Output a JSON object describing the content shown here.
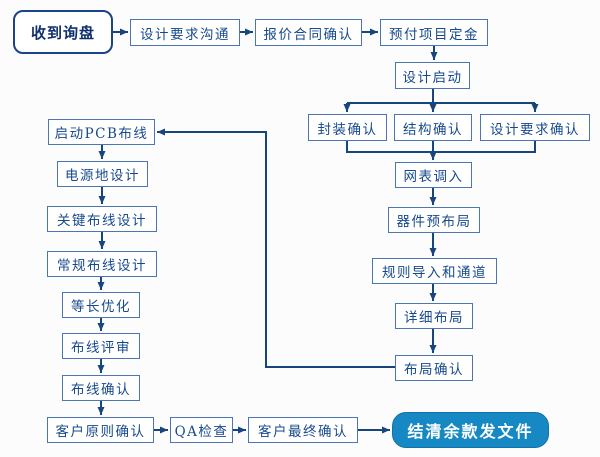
{
  "diagram": {
    "type": "flowchart",
    "language": "zh-CN",
    "colors": {
      "connector": "#17457e",
      "box_border": "#4a76b4",
      "box_text": "#174a8c",
      "start_border": "#1b4488",
      "end_fill": "#1688c4",
      "end_text": "#ffffff",
      "background": "#fcfcfc"
    },
    "nodes": [
      {
        "id": "receive-inquiry",
        "kind": "start",
        "label": "收到询盘"
      },
      {
        "id": "design-requirement-communication",
        "kind": "process",
        "label": "设计要求沟通"
      },
      {
        "id": "quote-contract-confirm",
        "kind": "process",
        "label": "报价合同确认"
      },
      {
        "id": "advance-deposit",
        "kind": "process",
        "label": "预付项目定金"
      },
      {
        "id": "design-kickoff",
        "kind": "process",
        "label": "设计启动"
      },
      {
        "id": "footprint-confirm",
        "kind": "process",
        "label": "封装确认"
      },
      {
        "id": "structure-confirm",
        "kind": "process",
        "label": "结构确认"
      },
      {
        "id": "design-requirement-confirm",
        "kind": "process",
        "label": "设计要求确认"
      },
      {
        "id": "netlist-import",
        "kind": "process",
        "label": "网表调入"
      },
      {
        "id": "component-preplacement",
        "kind": "process",
        "label": "器件预布局"
      },
      {
        "id": "rules-import-channel",
        "kind": "process",
        "label": "规则导入和通道"
      },
      {
        "id": "detailed-placement",
        "kind": "process",
        "label": "详细布局"
      },
      {
        "id": "placement-confirm",
        "kind": "process",
        "label": "布局确认"
      },
      {
        "id": "start-pcb-routing",
        "kind": "process",
        "label": "启动PCB布线"
      },
      {
        "id": "power-ground-design",
        "kind": "process",
        "label": "电源地设计"
      },
      {
        "id": "critical-routing-design",
        "kind": "process",
        "label": "关键布线设计"
      },
      {
        "id": "general-routing-design",
        "kind": "process",
        "label": "常规布线设计"
      },
      {
        "id": "length-matching",
        "kind": "process",
        "label": "等长优化"
      },
      {
        "id": "routing-review",
        "kind": "process",
        "label": "布线评审"
      },
      {
        "id": "routing-confirm",
        "kind": "process",
        "label": "布线确认"
      },
      {
        "id": "customer-principle-confirm",
        "kind": "process",
        "label": "客户原则确认"
      },
      {
        "id": "qa-check",
        "kind": "process",
        "label": "QA检查"
      },
      {
        "id": "customer-final-confirm",
        "kind": "process",
        "label": "客户最终确认"
      },
      {
        "id": "settle-payment-deliver",
        "kind": "end",
        "label": "结清余款发文件"
      }
    ],
    "edges": [
      [
        "receive-inquiry",
        "design-requirement-communication"
      ],
      [
        "design-requirement-communication",
        "quote-contract-confirm"
      ],
      [
        "quote-contract-confirm",
        "advance-deposit"
      ],
      [
        "advance-deposit",
        "design-kickoff"
      ],
      [
        "design-kickoff",
        "footprint-confirm"
      ],
      [
        "design-kickoff",
        "structure-confirm"
      ],
      [
        "design-kickoff",
        "design-requirement-confirm"
      ],
      [
        "footprint-confirm",
        "netlist-import"
      ],
      [
        "structure-confirm",
        "netlist-import"
      ],
      [
        "design-requirement-confirm",
        "netlist-import"
      ],
      [
        "netlist-import",
        "component-preplacement"
      ],
      [
        "component-preplacement",
        "rules-import-channel"
      ],
      [
        "rules-import-channel",
        "detailed-placement"
      ],
      [
        "detailed-placement",
        "placement-confirm"
      ],
      [
        "placement-confirm",
        "start-pcb-routing"
      ],
      [
        "start-pcb-routing",
        "power-ground-design"
      ],
      [
        "power-ground-design",
        "critical-routing-design"
      ],
      [
        "critical-routing-design",
        "general-routing-design"
      ],
      [
        "general-routing-design",
        "length-matching"
      ],
      [
        "length-matching",
        "routing-review"
      ],
      [
        "routing-review",
        "routing-confirm"
      ],
      [
        "routing-confirm",
        "customer-principle-confirm"
      ],
      [
        "customer-principle-confirm",
        "qa-check"
      ],
      [
        "qa-check",
        "customer-final-confirm"
      ],
      [
        "customer-final-confirm",
        "settle-payment-deliver"
      ]
    ]
  }
}
